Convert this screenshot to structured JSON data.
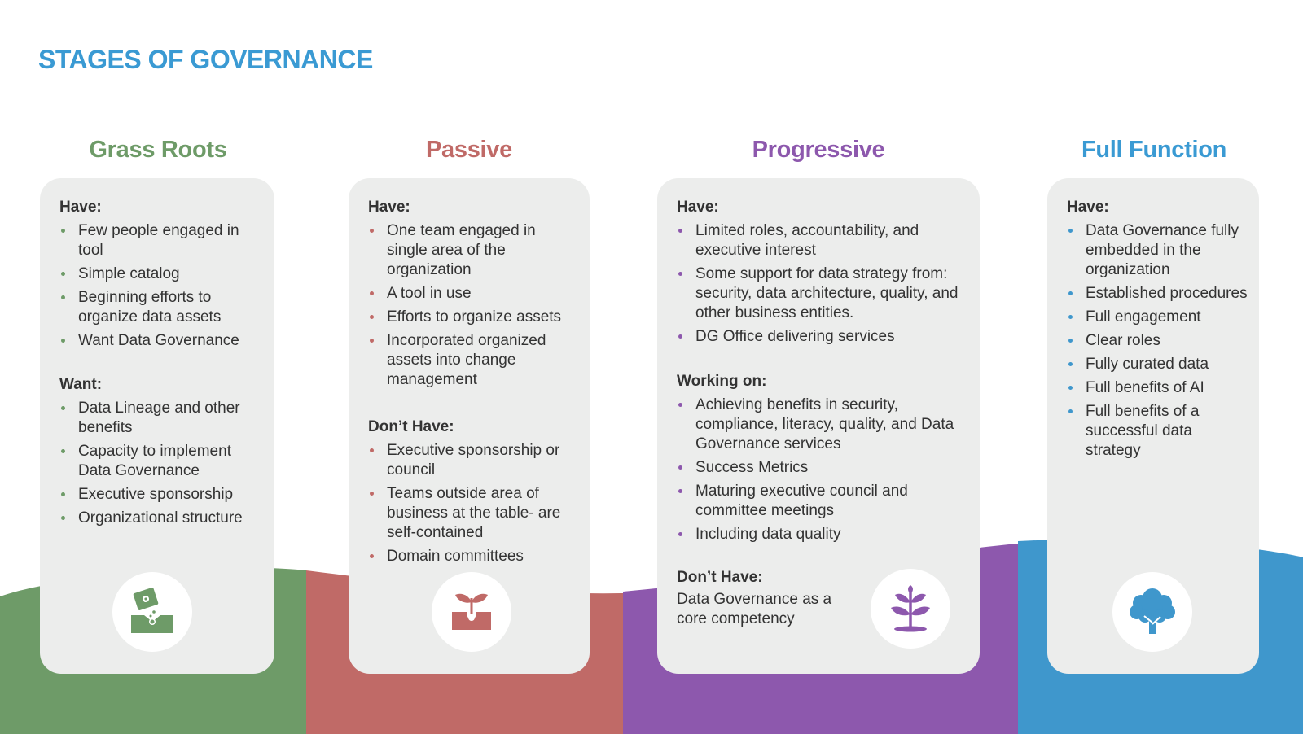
{
  "page_title": "STAGES OF GOVERNANCE",
  "colors": {
    "title": "#3a9ad3",
    "green": "#6e9b68",
    "red": "#c06a67",
    "purple": "#8d58ad",
    "blue": "#3f97cc",
    "card": "#ecedec"
  },
  "stages": [
    {
      "title": "Grass Roots",
      "icon": "seed-planting-icon",
      "sections": [
        {
          "label": "Have:",
          "items": [
            "Few people engaged in tool",
            "Simple catalog",
            "Beginning efforts to organize data assets",
            "Want Data Governance"
          ]
        },
        {
          "label": "Want:",
          "items": [
            "Data Lineage and other benefits",
            "Capacity to implement Data Governance",
            "Executive sponsorship",
            "Organizational structure"
          ]
        }
      ]
    },
    {
      "title": "Passive",
      "icon": "sprout-icon",
      "sections": [
        {
          "label": "Have:",
          "items": [
            "One team engaged in single area of the organization",
            "A tool in use",
            "Efforts to organize assets",
            "Incorporated organized assets into change management"
          ]
        },
        {
          "label": "Don’t Have:",
          "items": [
            "Executive sponsorship or council",
            "Teams outside area of business at the table- are self-contained",
            "Domain committees"
          ]
        }
      ]
    },
    {
      "title": "Progressive",
      "icon": "young-plant-icon",
      "sections": [
        {
          "label": "Have:",
          "items": [
            "Limited roles, accountability, and executive interest",
            "Some support for data strategy from: security, data architecture, quality, and other business entities.",
            "DG Office delivering services"
          ]
        },
        {
          "label": "Working on:",
          "items": [
            "Achieving benefits in security, compliance, literacy, quality, and Data Governance services",
            "Success Metrics",
            "Maturing executive council and committee meetings",
            "Including data quality"
          ]
        },
        {
          "label": "Don’t Have:",
          "text": "Data Governance as a core competency"
        }
      ]
    },
    {
      "title": "Full Function",
      "icon": "tree-icon",
      "sections": [
        {
          "label": "Have:",
          "items": [
            "Data Governance fully embedded in the organization",
            "Established procedures",
            "Full engagement",
            "Clear roles",
            "Fully curated data",
            "Full benefits of AI",
            "Full benefits of a successful data strategy"
          ]
        }
      ]
    }
  ]
}
